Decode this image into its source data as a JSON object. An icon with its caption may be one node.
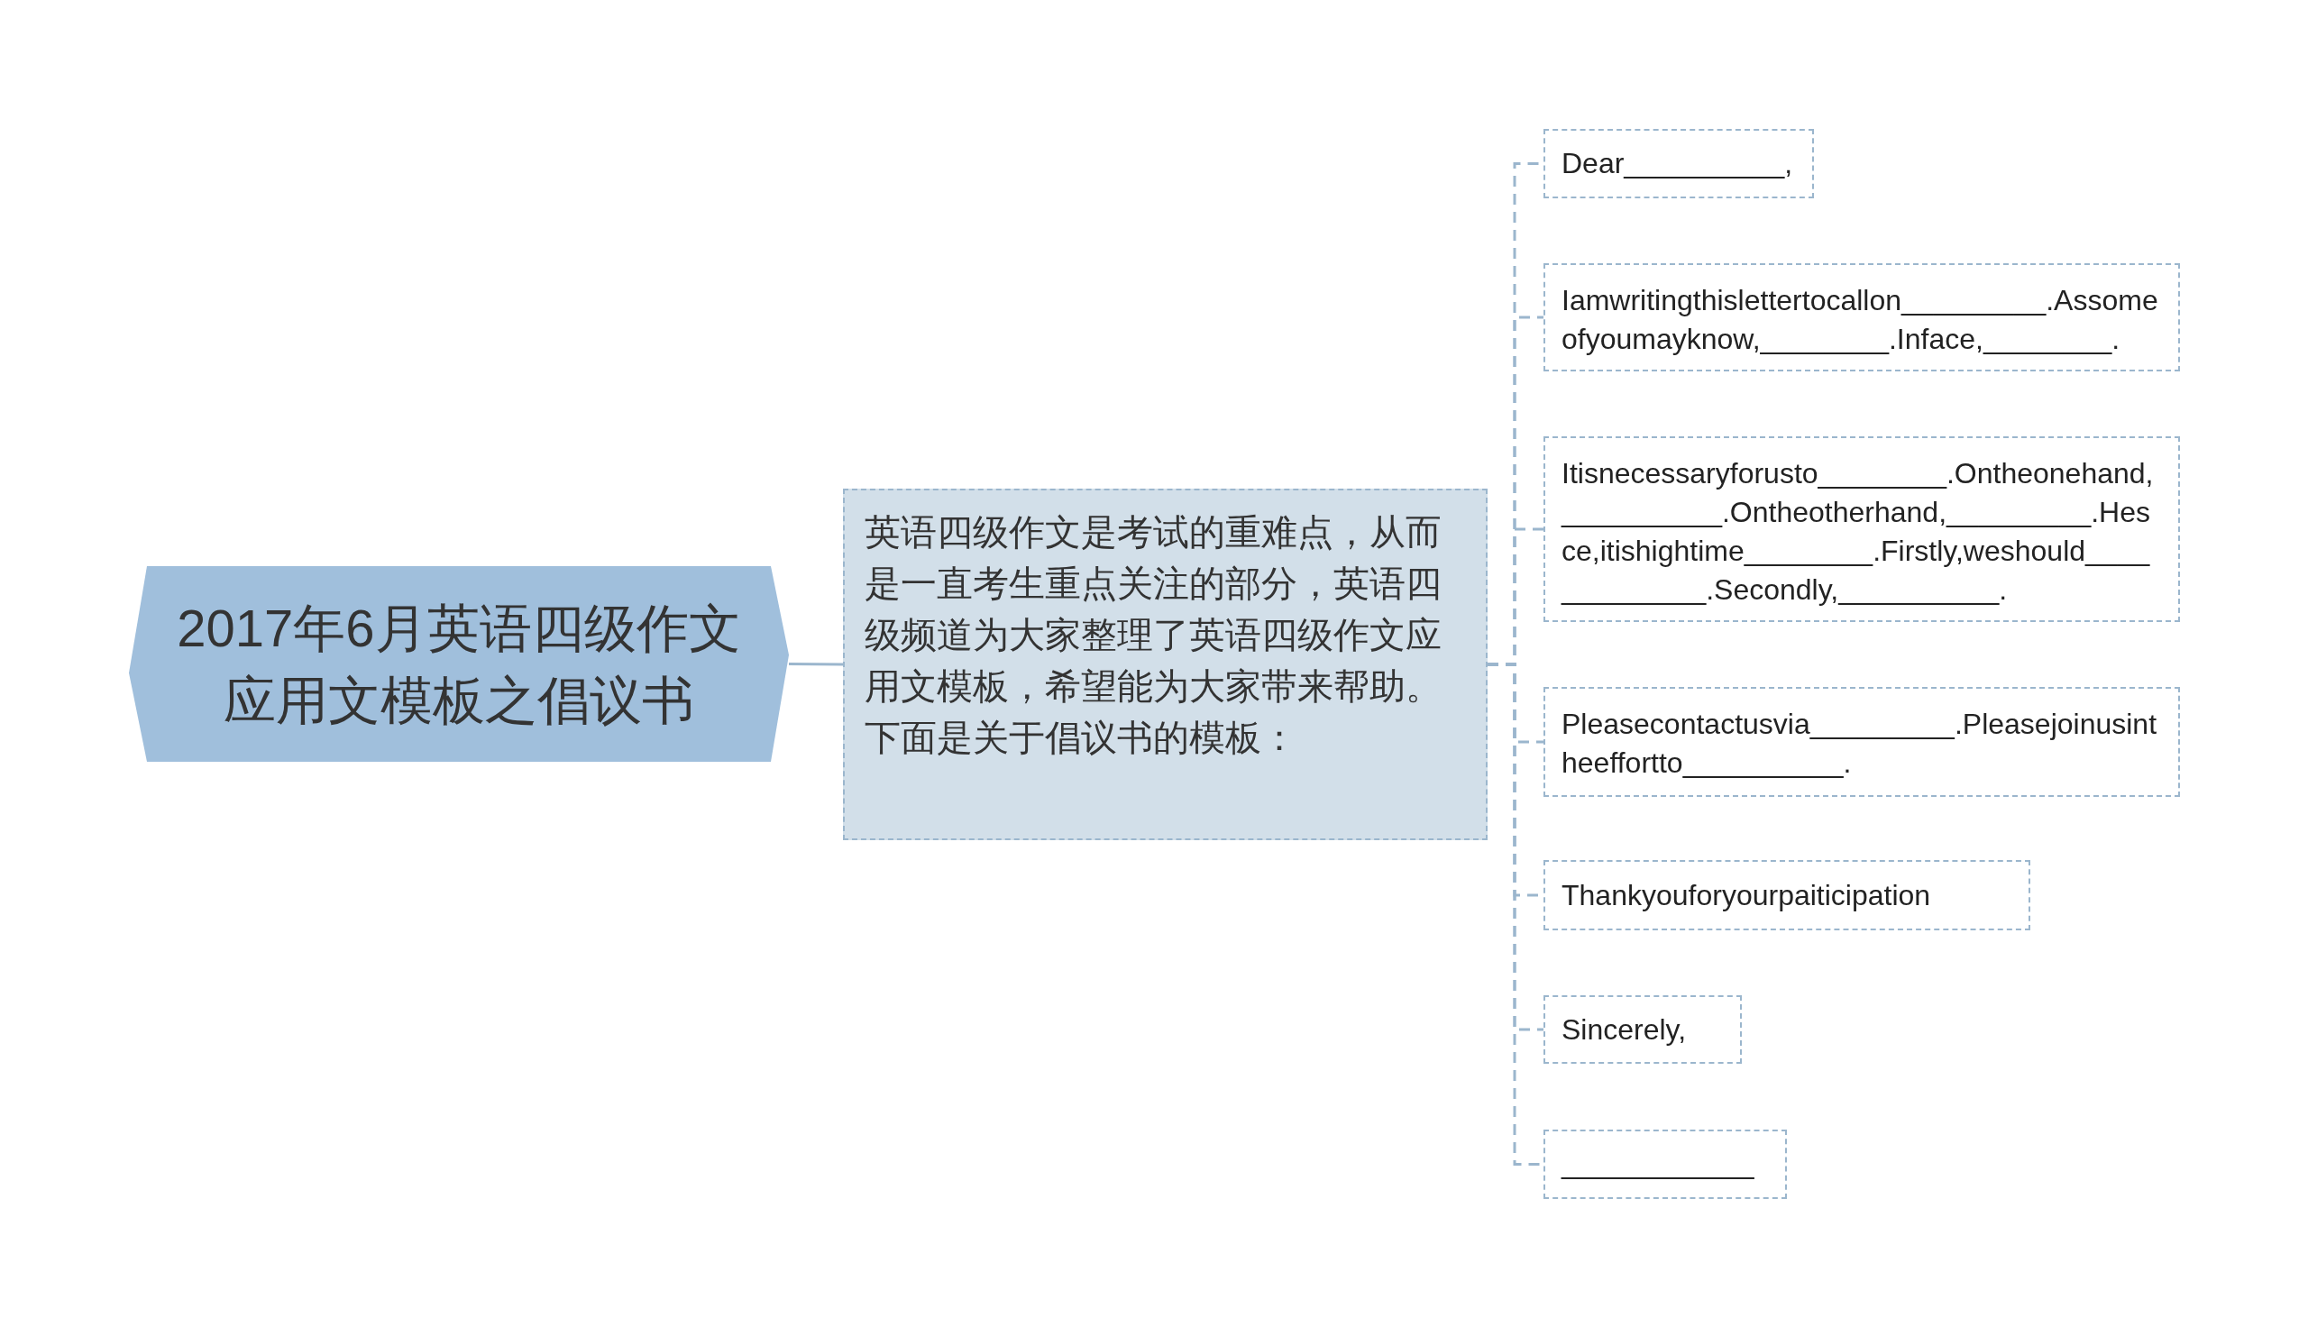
{
  "diagram": {
    "nodes": [
      {
        "text": [
          "2017年6月英语四级作文应用文模板之倡议书"
        ]
      },
      {
        "text": [
          "英语四级作文是考试的重难点，从而是一直考生重点关注的部分，英语四级频道为大家整理了英语四级作文应用文模板，希望能为大家带来帮助。下面是关于倡议书的模板："
        ]
      },
      {
        "text": [
          "Dear__________,"
        ]
      },
      {
        "text": [
          "Iamwritingthislettertocallon_________.Assomeofyoumayknow,________.Inface,________."
        ]
      },
      {
        "text": [
          "Itisnecessaryforusto________.Ontheonehand,__________.Ontheotherhand,_________.Hesce,itishightime________.Firstly,weshould_____________.Secondly,__________."
        ]
      },
      {
        "text": [
          "Pleasecontactusvia_________.Pleasejoinusintheeffortto__________."
        ]
      },
      {
        "text": [
          "Thankyouforyourpaiticipation"
        ]
      },
      {
        "text": [
          "Sincerely,"
        ]
      },
      {
        "text": [
          "____________"
        ]
      }
    ],
    "edges": [
      {
        "from": 0,
        "to": 1,
        "arrow": "none"
      },
      {
        "from": 1,
        "to": 2,
        "arrow": "none",
        "style": "dashed"
      },
      {
        "from": 1,
        "to": 3,
        "arrow": "none",
        "style": "dashed"
      },
      {
        "from": 1,
        "to": 4,
        "arrow": "none",
        "style": "dashed"
      },
      {
        "from": 1,
        "to": 5,
        "arrow": "none",
        "style": "dashed"
      },
      {
        "from": 1,
        "to": 6,
        "arrow": "none",
        "style": "dashed"
      },
      {
        "from": 1,
        "to": 7,
        "arrow": "none",
        "style": "dashed"
      },
      {
        "from": 1,
        "to": 8,
        "arrow": "none",
        "style": "dashed"
      }
    ]
  }
}
